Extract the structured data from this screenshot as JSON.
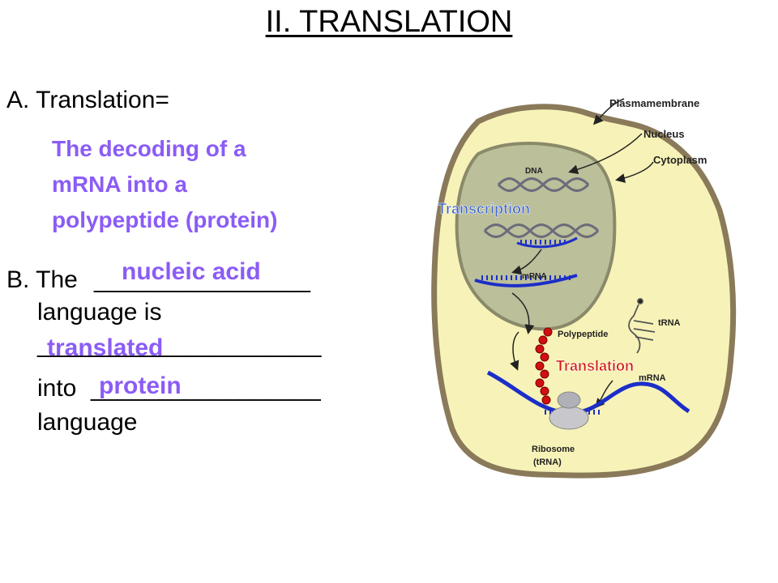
{
  "slide": {
    "title": "II. TRANSLATION",
    "sectionA": {
      "label": "A. Translation=",
      "definition": [
        "The decoding of a",
        "mRNA into a",
        "polypeptide (protein)"
      ]
    },
    "sectionB": {
      "the_prefix": "B. The",
      "line_language_is": "language is",
      "into_prefix": "into",
      "line_language": "language",
      "blank_the": "________________",
      "blank_full": "_____________________",
      "blank_into": "_________________",
      "answer_nucleic": "nucleic acid",
      "answer_translated": "translated",
      "answer_protein": "protein"
    }
  },
  "diagram": {
    "labels": {
      "plasma_membrane": "Plasmamembrane",
      "nucleus": "Nucleus",
      "cytoplasm": "Cytoplasm",
      "dna": "DNA",
      "transcription": "Transcription",
      "mrna_nucleus": "mRNA",
      "polypeptide": "Polypeptide",
      "trna": "tRNA",
      "translation": "Translation",
      "mrna_cytoplasm": "mRNA",
      "ribosome_line1": "Ribosome",
      "ribosome_line2": "(tRNA)"
    },
    "colors": {
      "cytoplasm": "#f7f3b8",
      "nucleus": "#bbbf9a",
      "membrane": "#8a7a5a",
      "label_blue": "#3c64c8",
      "label_red": "#d01010",
      "mrna_blue": "#1c2ec8",
      "polypeptide_red": "#d01010",
      "answer_purple": "#8b5cf6"
    }
  }
}
